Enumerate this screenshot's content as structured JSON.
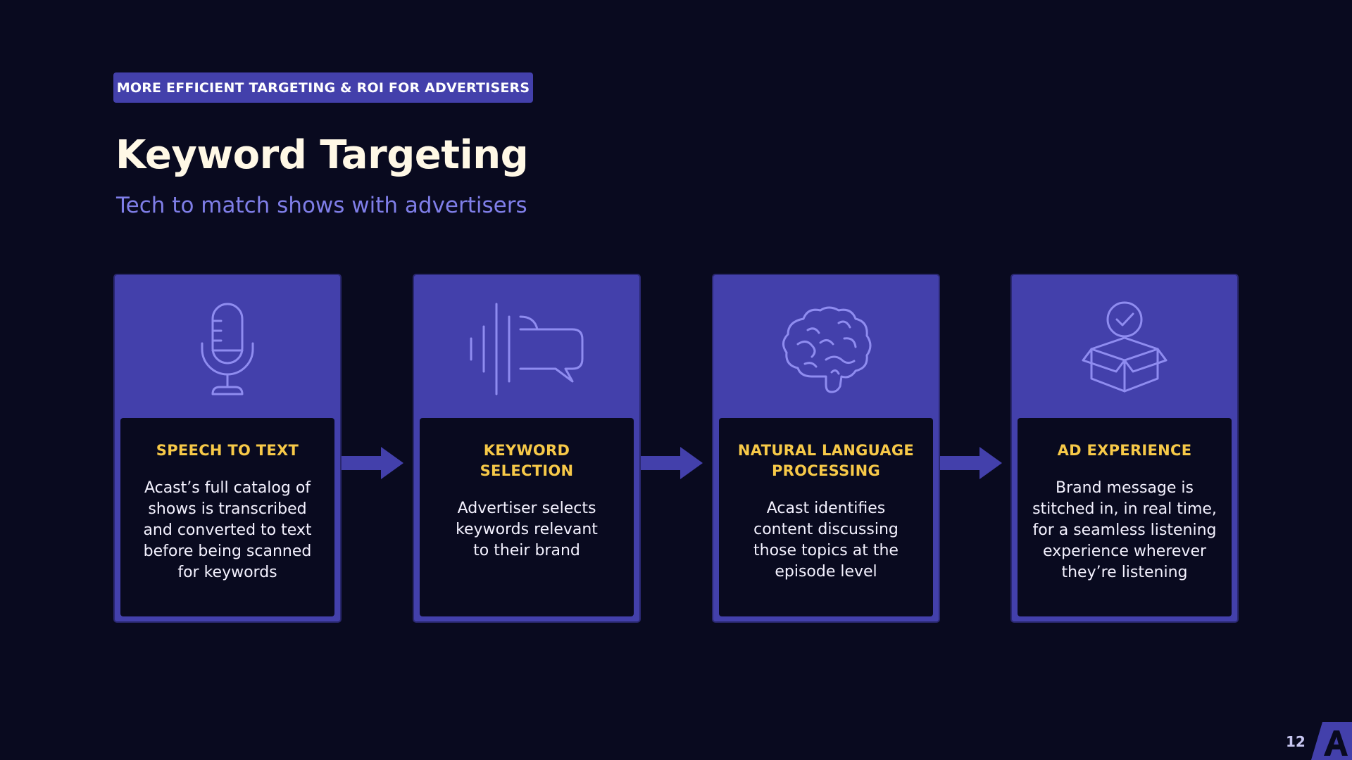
{
  "header": {
    "tag": "MORE EFFICIENT TARGETING & ROI FOR ADVERTISERS",
    "title": "Keyword Targeting",
    "subtitle": "Tech to match shows with advertisers"
  },
  "steps": [
    {
      "icon": "microphone-icon",
      "heading": "SPEECH TO TEXT",
      "description": "Acast’s full catalog of\nshows is transcribed\nand converted to text\nbefore being scanned\nfor keywords"
    },
    {
      "icon": "speech-bubble-icon",
      "heading": "KEYWORD\nSELECTION",
      "description": "Advertiser selects\nkeywords relevant\nto their brand"
    },
    {
      "icon": "brain-icon",
      "heading": "NATURAL LANGUAGE\nPROCESSING",
      "description": "Acast identifies\ncontent discussing\nthose topics at the\nepisode level"
    },
    {
      "icon": "box-check-icon",
      "heading": "AD EXPERIENCE",
      "description": "Brand message is\nstitched in, in real time,\nfor a seamless listening\nexperience wherever\nthey’re listening"
    }
  ],
  "footer": {
    "page_number": "12",
    "logo_icon": "acast-logo-icon"
  },
  "colors": {
    "background": "#090a1f",
    "accent": "#4340ab",
    "heading": "#f7c948",
    "icon_stroke": "#8f8cf0"
  }
}
